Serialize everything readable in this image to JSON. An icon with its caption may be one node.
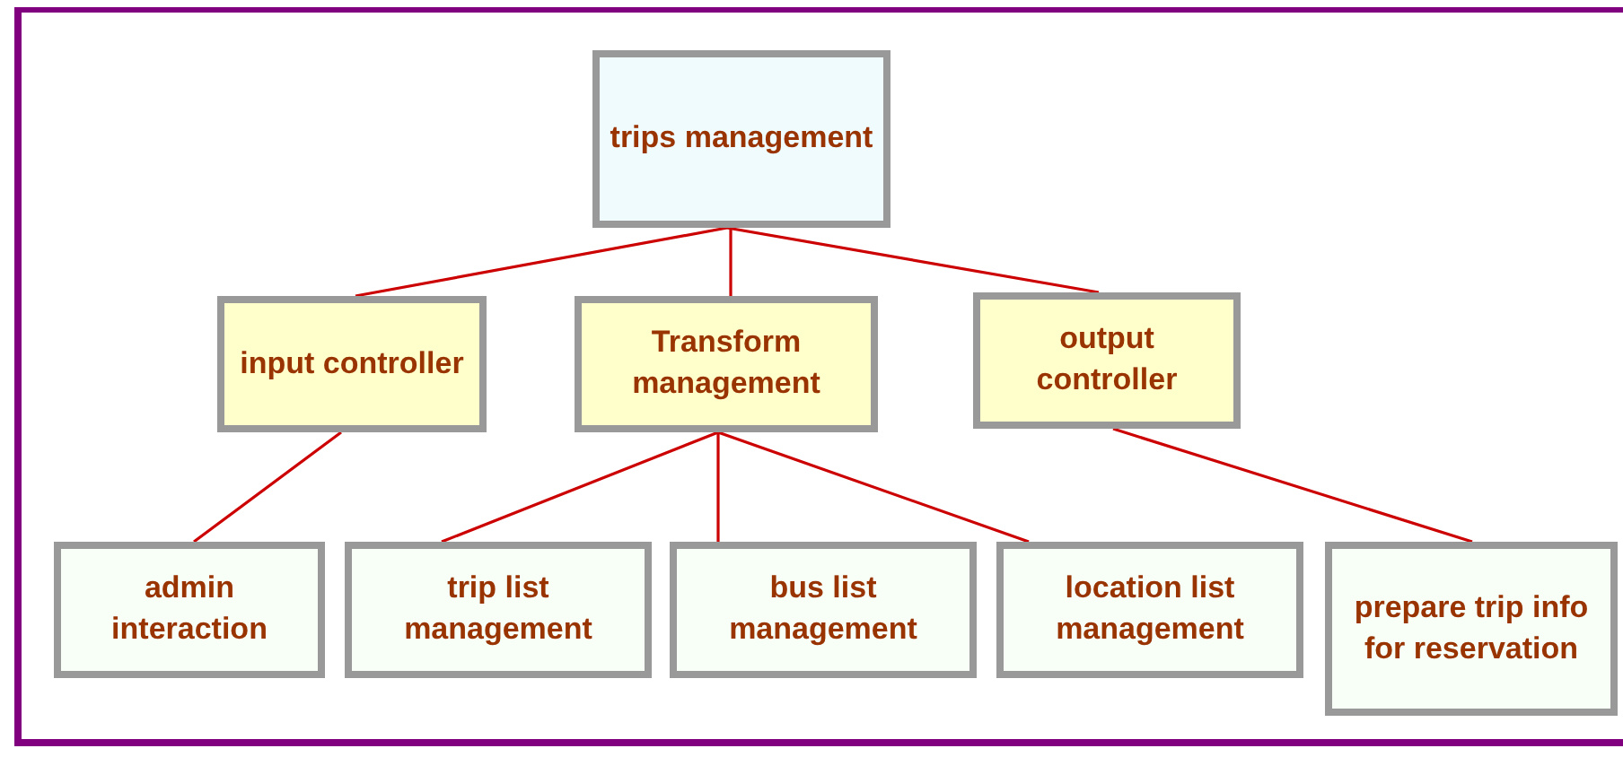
{
  "diagram": {
    "nodes": [
      {
        "text": [
          "trips management"
        ]
      },
      {
        "text": [
          "input controller"
        ]
      },
      {
        "text": [
          "Transform management"
        ]
      },
      {
        "text": [
          "output controller"
        ]
      },
      {
        "text": [
          "admin interaction"
        ]
      },
      {
        "text": [
          "trip list management"
        ]
      },
      {
        "text": [
          "bus list management"
        ]
      },
      {
        "text": [
          "location list management"
        ]
      },
      {
        "text": [
          "prepare trip info for reservation"
        ]
      }
    ],
    "edges": [
      {
        "from": 0,
        "to": 1,
        "arrow": "none"
      },
      {
        "from": 0,
        "to": 2,
        "arrow": "none"
      },
      {
        "from": 0,
        "to": 3,
        "arrow": "none"
      },
      {
        "from": 1,
        "to": 4,
        "arrow": "none"
      },
      {
        "from": 2,
        "to": 5,
        "arrow": "none"
      },
      {
        "from": 2,
        "to": 6,
        "arrow": "none"
      },
      {
        "from": 2,
        "to": 7,
        "arrow": "none"
      },
      {
        "from": 3,
        "to": 8,
        "arrow": "none"
      }
    ]
  }
}
